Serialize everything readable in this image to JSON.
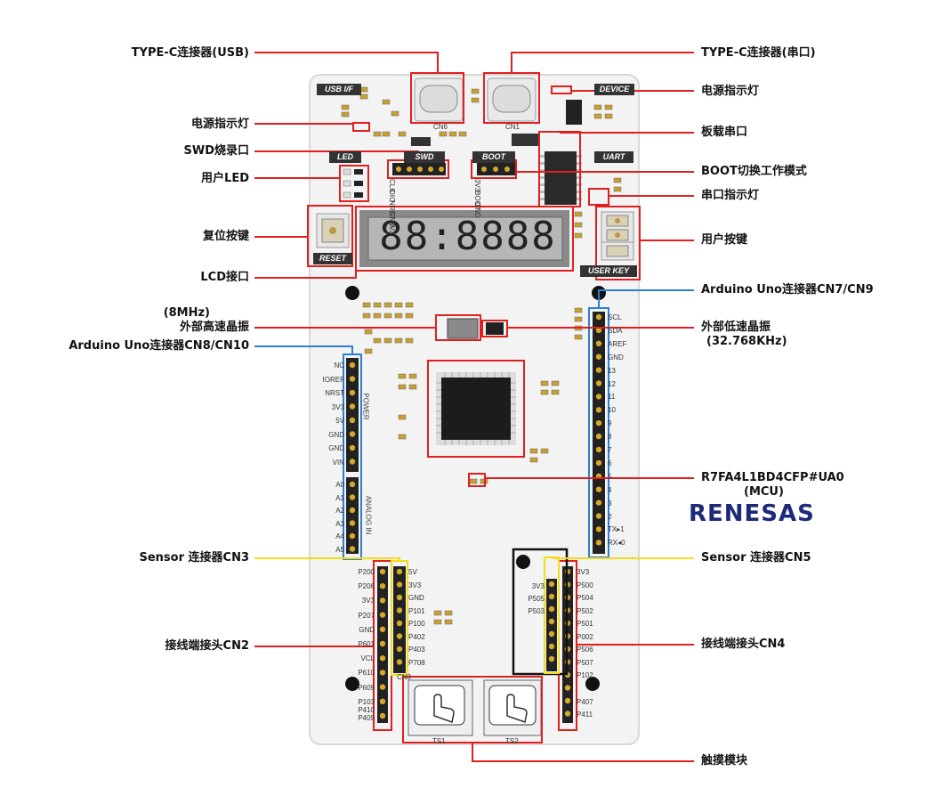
{
  "labels_left": [
    {
      "id": "typec-usb",
      "text": "TYPE-C连接器(USB)"
    },
    {
      "id": "power-led-left",
      "text": "电源指示灯"
    },
    {
      "id": "swd",
      "text": "SWD烧录口"
    },
    {
      "id": "user-led",
      "text": "用户LED"
    },
    {
      "id": "reset-key",
      "text": "复位按键"
    },
    {
      "id": "lcd",
      "text": "LCD接口"
    },
    {
      "id": "hse-freq",
      "text": "(8MHz)"
    },
    {
      "id": "hse",
      "text": "外部高速晶振"
    },
    {
      "id": "arduino-left",
      "text": "Arduino Uno连接器CN8/CN10"
    },
    {
      "id": "sensor-cn3",
      "text": "Sensor 连接器CN3"
    },
    {
      "id": "header-cn2",
      "text": "接线端接头CN2"
    }
  ],
  "labels_right": [
    {
      "id": "typec-uart",
      "text": "TYPE-C连接器(串口)"
    },
    {
      "id": "power-led-right",
      "text": "电源指示灯"
    },
    {
      "id": "onboard-uart",
      "text": "板载串口"
    },
    {
      "id": "boot-mode",
      "text": "BOOT切换工作模式"
    },
    {
      "id": "uart-led",
      "text": "串口指示灯"
    },
    {
      "id": "user-key",
      "text": "用户按键"
    },
    {
      "id": "arduino-right",
      "text": "Arduino Uno连接器CN7/CN9"
    },
    {
      "id": "lse",
      "text": "外部低速晶振"
    },
    {
      "id": "lse-freq",
      "text": "(32.768KHz)"
    },
    {
      "id": "mcu-part",
      "text": "R7FA4L1BD4CFP#UA0"
    },
    {
      "id": "mcu",
      "text": "(MCU)"
    },
    {
      "id": "sensor-cn5",
      "text": "Sensor 连接器CN5"
    },
    {
      "id": "header-cn4",
      "text": "接线端接头CN4"
    },
    {
      "id": "touch",
      "text": "触摸模块"
    }
  ],
  "brand": "RENESAS",
  "board": {
    "silk_usb_if": "USB I/F",
    "silk_device": "DEVICE",
    "silk_led": "LED",
    "silk_swd": "SWD",
    "silk_boot": "BOOT",
    "silk_uart": "UART",
    "silk_reset": "RESET",
    "silk_user_key": "USER KEY",
    "lcd_display": "88:8888",
    "swd_pins": [
      "CLK",
      "DIO",
      "NRST",
      "GND",
      "3V3"
    ],
    "boot_pins": [
      "3V3",
      "BOOT",
      "GND"
    ],
    "power_pins": [
      "NC",
      "IOREF",
      "NRST",
      "3V3",
      "5V",
      "GND",
      "GND",
      "VIN"
    ],
    "analog_pins": [
      "A0",
      "A1",
      "A2",
      "A3",
      "A4",
      "A5"
    ],
    "power_silk": "POWER",
    "analog_silk": "ANALOG IN",
    "digital_pins": [
      "SCL",
      "SDA",
      "AREF",
      "GND",
      "13",
      "12",
      "11",
      "10",
      "9",
      "8",
      "7",
      "6",
      "5",
      "4",
      "3",
      "2",
      "TX▸1",
      "RX◂0"
    ],
    "cn2_pins": [
      "P200",
      "P206",
      "3V3",
      "P207",
      "GND",
      "P601",
      "VCL",
      "P610",
      "P609"
    ],
    "cn2_bottom": [
      "P103",
      "P410",
      "P409"
    ],
    "cn3_pins": [
      "5V",
      "3V3",
      "GND",
      "P101",
      "P100",
      "P402",
      "P403",
      "P708"
    ],
    "cn3_silk": "CN3",
    "cn5_left": [
      "3V3",
      "P505",
      "P503"
    ],
    "cn5_right": [
      "3V3",
      "P500",
      "P504",
      "P502",
      "P501",
      "P002",
      "P506",
      "P507",
      "P102"
    ],
    "cn4_bottom": [
      "P407",
      "P411"
    ],
    "ts1": "TS1",
    "ts2": "TS2",
    "cn6": "CN6",
    "cn1": "CN1",
    "colors": {
      "red": "#e0201e",
      "blue": "#2b7fd4",
      "yellow": "#f2dc1c",
      "black": "#111111",
      "board": "#f2f2f2"
    }
  }
}
